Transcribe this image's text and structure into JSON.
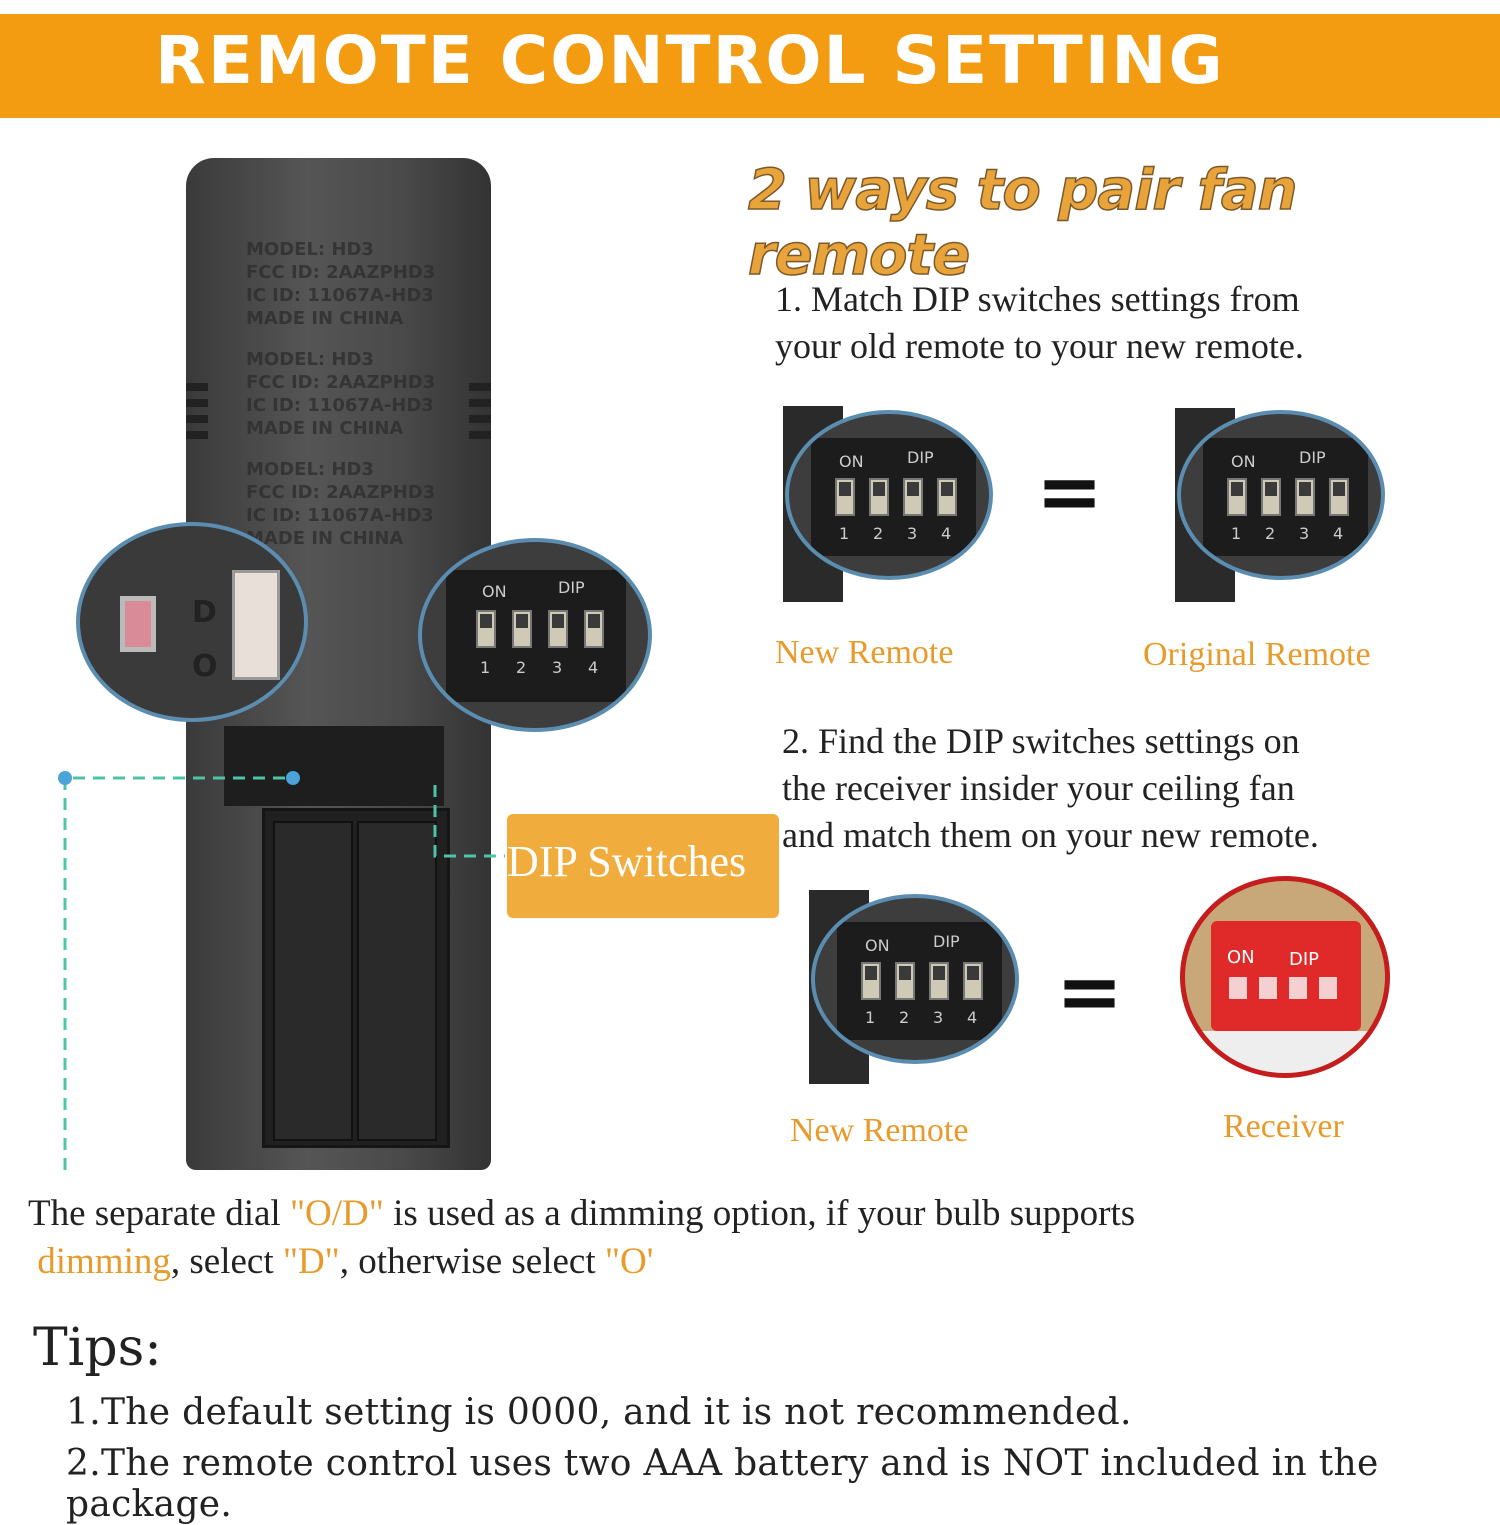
{
  "banner": {
    "title": "REMOTE CONTROL SETTING",
    "color": "#f39c12"
  },
  "subtitle": "2 ways to pair fan remote",
  "remote_labels": [
    "MODEL: HD3",
    "FCC ID: 2AAZPHD3",
    "IC ID: 11067A-HD3",
    "MADE IN CHINA"
  ],
  "dip": {
    "on": "ON",
    "dip": "DIP",
    "numbers": [
      "1",
      "2",
      "3",
      "4"
    ]
  },
  "dip_switches_label": "DIP Switches",
  "dial_letters": [
    "D",
    "O"
  ],
  "step1": {
    "line1": "1.  Match DIP switches settings from",
    "line2": "your old remote to your new remote.",
    "left_label": "New Remote",
    "right_label": "Original Remote",
    "equals": "="
  },
  "step2": {
    "line1": "2.  Find the DIP switches settings on",
    "line2": "the receiver insider your ceiling fan",
    "line3": "and match them on your new remote.",
    "left_label": "New Remote",
    "right_label": "Receiver",
    "equals": "="
  },
  "note": {
    "p1": "The separate dial ",
    "q1": "\"O/D\"",
    "p2": " is used as a dimming option, if your bulb supports",
    "q2": "dimming",
    "p3": ", select ",
    "q3": "\"D\"",
    "p4": ", otherwise select ",
    "q4": "\"O'"
  },
  "tips": {
    "title": "Tips:",
    "items": [
      "1.The default setting is 0000, and it is not recommended.",
      "2.The remote control uses two AAA battery and is NOT included in the package."
    ]
  },
  "colors": {
    "accent": "#e89a2b",
    "bubble_border": "#5b8db0",
    "leader_line": "#4fc3a8",
    "receiver": "#d42020"
  }
}
